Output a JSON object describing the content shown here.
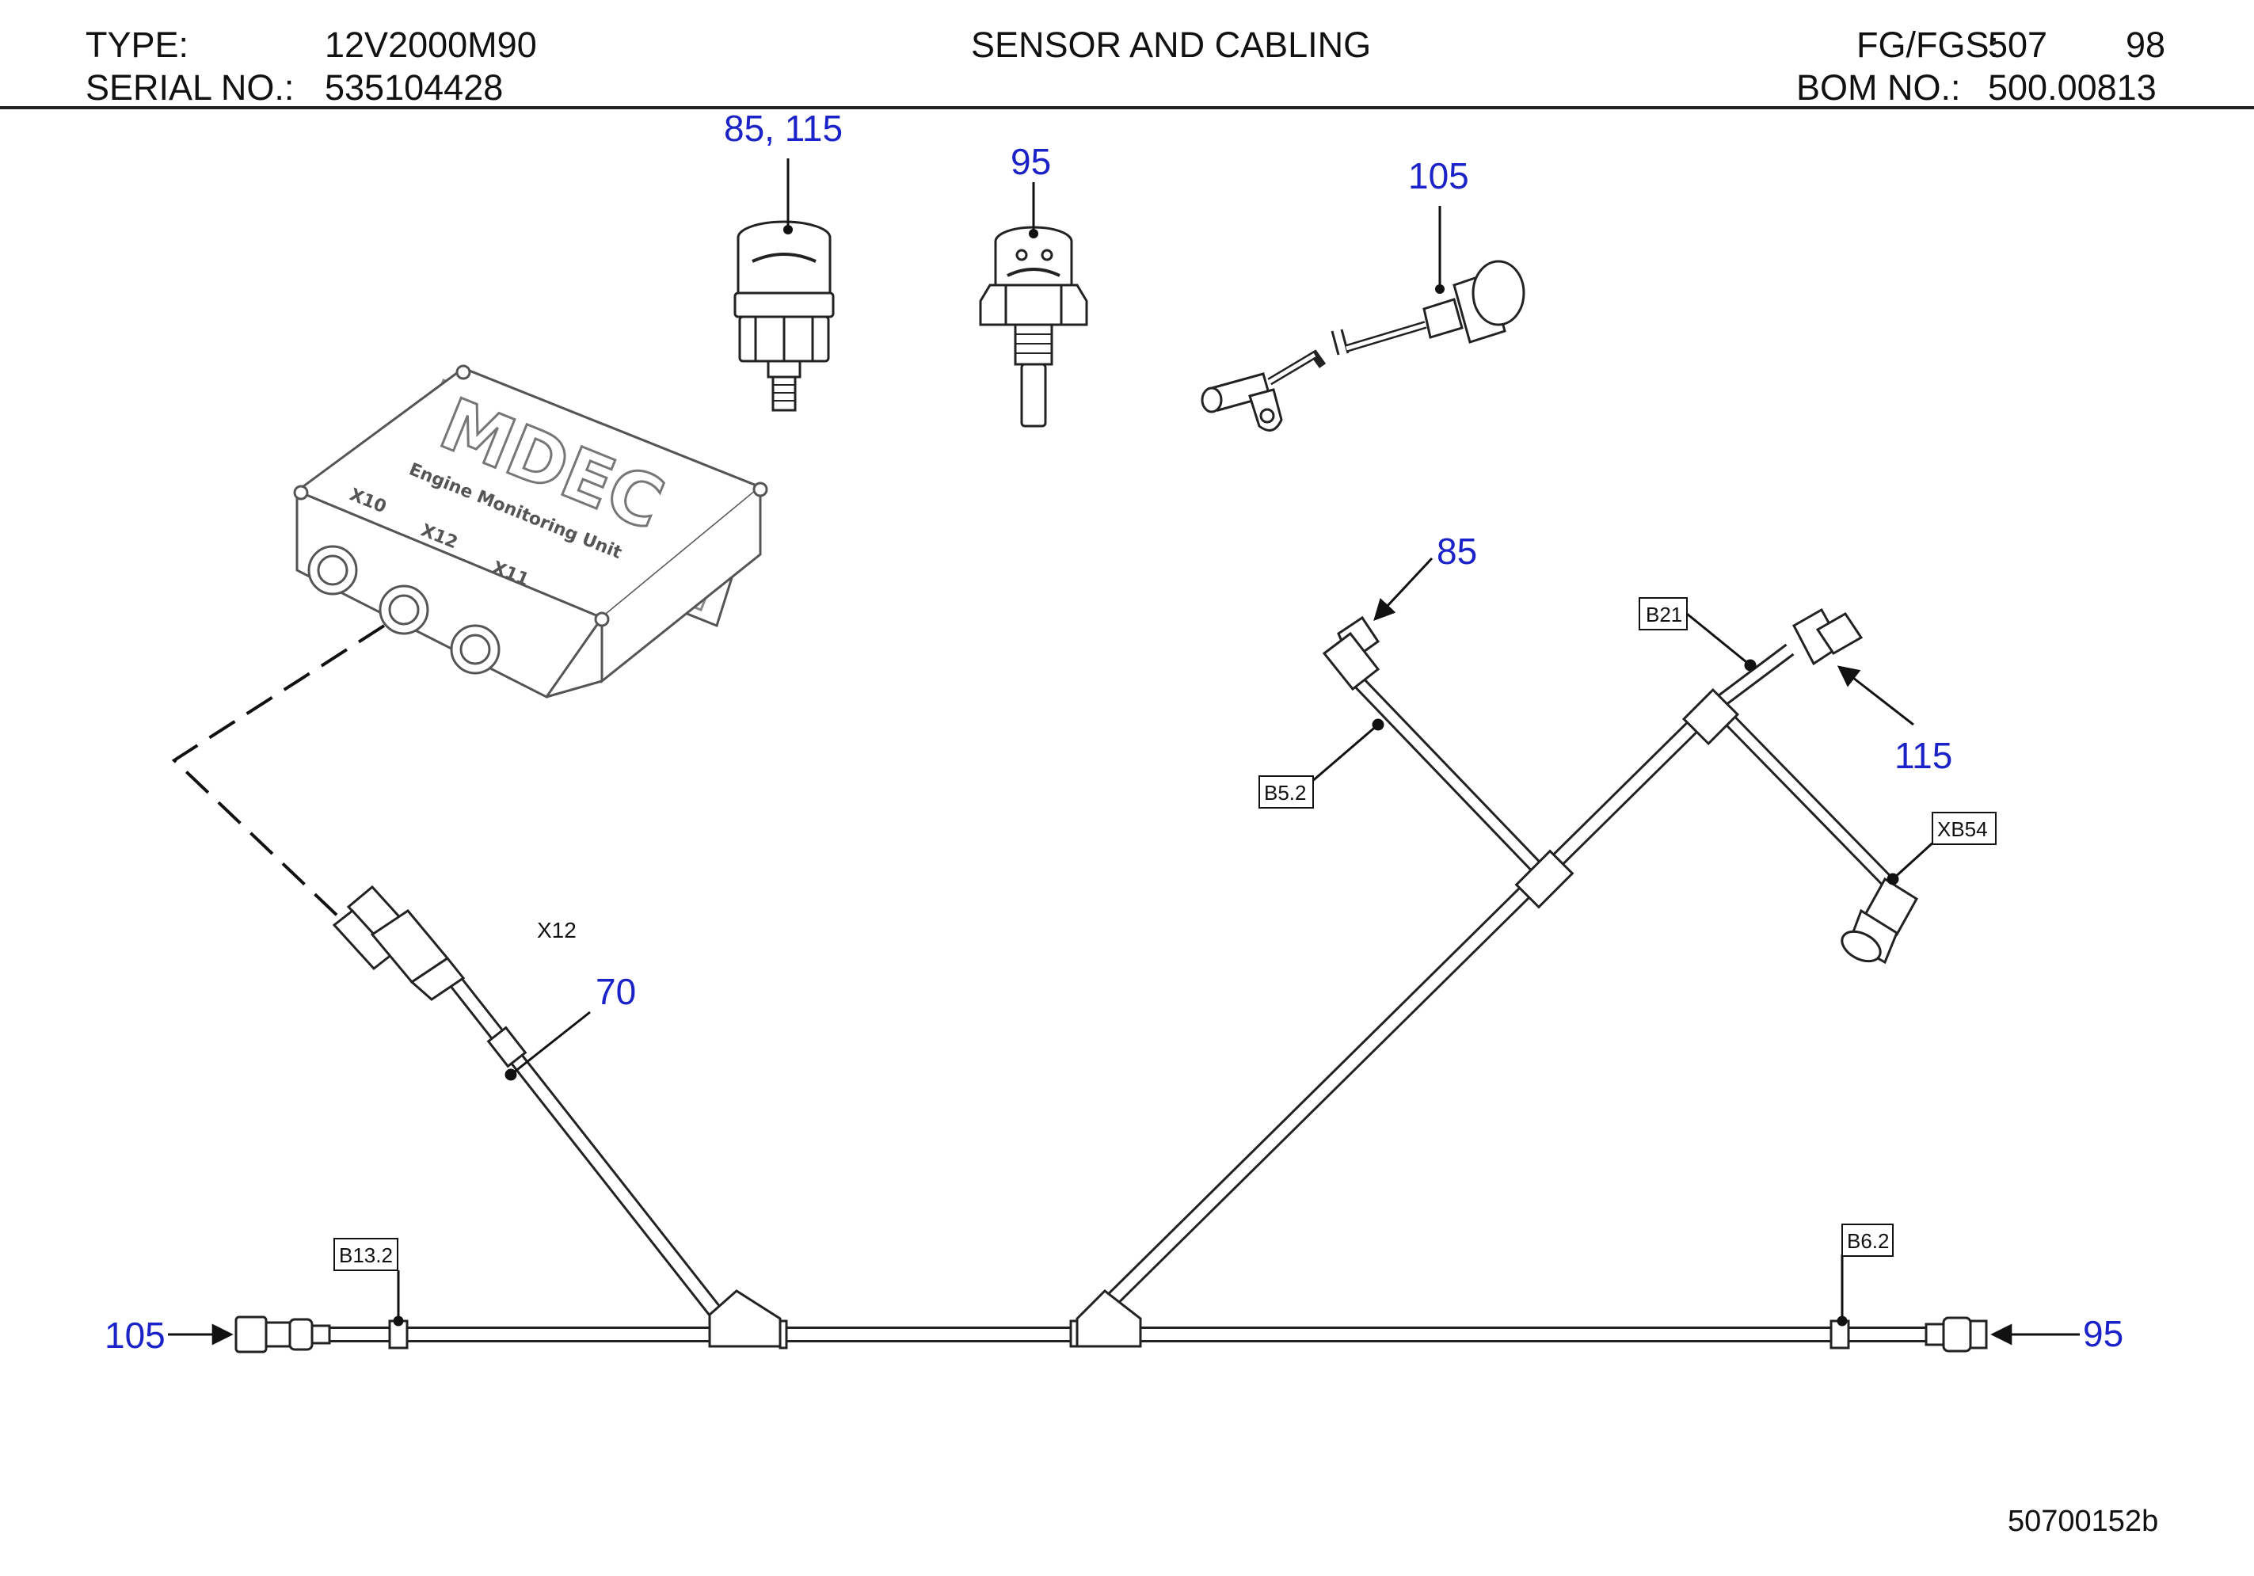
{
  "header": {
    "type_label": "TYPE:",
    "type_value": "12V2000M90",
    "serial_label": "SERIAL NO.:",
    "serial_value": "535104428",
    "title": "SENSOR AND CABLING",
    "fg_label": "FG/FGS:",
    "fg_value": "507",
    "fg_value2": "98",
    "bom_label": "BOM NO.:",
    "bom_value": "500.00813"
  },
  "callouts": {
    "top_pressure": "85, 115",
    "top_temp": "95",
    "top_speed": "105",
    "harness_85": "85",
    "harness_115": "115",
    "harness_70": "70",
    "left_end": "105",
    "right_end": "95"
  },
  "tags": {
    "b21": "B21",
    "b52": "B5.2",
    "xb54": "XB54",
    "b132": "B13.2",
    "b62": "B6.2"
  },
  "labels": {
    "x12": "X12"
  },
  "mdec": {
    "logo": "MDEC",
    "subtitle": "Engine Monitoring Unit",
    "x10": "X10",
    "x12": "X12",
    "x11": "X11"
  },
  "drawing_number": "50700152b",
  "colors": {
    "callout": "#1a22c8",
    "line": "#111111"
  }
}
